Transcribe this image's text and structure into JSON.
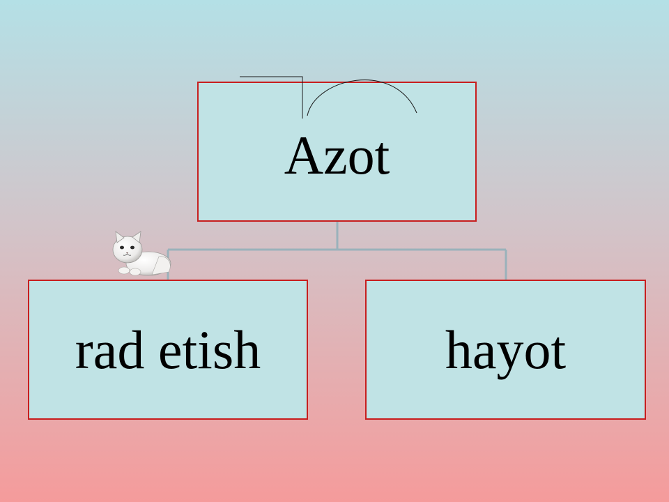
{
  "diagram": {
    "root": {
      "label": "Azot"
    },
    "children": [
      {
        "label": "rad etish"
      },
      {
        "label": "hayot"
      }
    ]
  },
  "colors": {
    "box_fill": "#c0e3e5",
    "box_border": "#c81e1e",
    "connector": "#9ab2bb",
    "background_top": "#b4e0e6",
    "background_bottom": "#f59b9b"
  },
  "decorations": [
    "cat-clipart",
    "pen-doodle"
  ]
}
